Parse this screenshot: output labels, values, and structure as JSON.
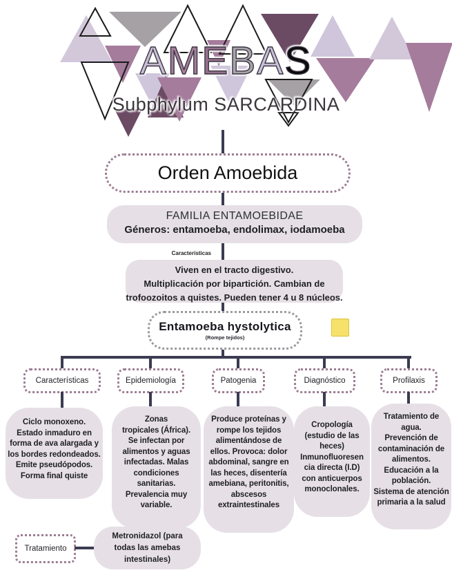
{
  "banner": {
    "title_letters": [
      {
        "char": "A",
        "color": "#c8bed6"
      },
      {
        "char": "M",
        "color": "#a27f9b"
      },
      {
        "char": "E",
        "color": "#97718e"
      },
      {
        "char": "B",
        "color": "#a8a4ab"
      },
      {
        "char": "A",
        "color": "#c8c0d7"
      },
      {
        "char": "S",
        "color": "#0b0b0b"
      }
    ],
    "subtitle": "Subphylum SARCARDINA"
  },
  "hierarchy": {
    "orden": "Orden Amoebida",
    "familia_line1": "FAMILIA ENTAMOEBIDAE",
    "familia_line2": "Géneros: entamoeba, endolimax, iodamoeba",
    "caracteristicas_mini_label": "Características",
    "caracteristicas_text": "Viven en el tracto digestivo.\nMultiplicación por bipartición. Cambian de\ntrofoozoitos a quistes. Pueden tener 4 u 8 núcleos.",
    "especie_name": "Entamoeba hystolytica",
    "especie_note": "(Rompe tejidos)"
  },
  "branches": [
    {
      "label": "Características",
      "text": "Ciclo monoxeno.\nEstado inmaduro en\nforma de ava alargada y\nlos bordes redondeados.\nEmite pseudópodos.\nForma final quiste"
    },
    {
      "label": "Epidemiología",
      "text": "Zonas\ntropicales (África).\nSe infectan por\nalimentos y aguas\ninfectadas. Malas\ncondiciones\nsanitarias.\nPrevalencia muy\nvariable."
    },
    {
      "label": "Patogenia",
      "text": "Produce proteínas y\nrompe los tejidos\nalimentándose de\nellos. Provoca: dolor\nabdominal, sangre en\nlas heces, disentería\namebiana, peritonitis,\nabscesos\nextraintestinales"
    },
    {
      "label": "Diagnóstico",
      "text": "Cropología\n(estudio de las\nheces)\nInmunofluoresen\ncia directa (I.D)\ncon anticuerpos\nmonoclonales."
    },
    {
      "label": "Profilaxis",
      "text": "Tratamiento de\nagua.\nPrevención de\ncontaminación de\nalimentos.\nEducación a la\npoblación.\nSistema de atención\nprimaria a la salud"
    }
  ],
  "treatment": {
    "label": "Tratamiento",
    "text": "Metronidazol (para\ntodas las amebas\nintestinales)"
  },
  "colors": {
    "box_fill": "#e6e0e6",
    "connector": "#3b3b52",
    "dotted_purple": "#9c7c92",
    "dotted_gray": "#9a9aa0",
    "highlight_yellow": "#f6e16a",
    "triangle_palette": [
      "#d2c8da",
      "#a5a1a5",
      "#6b4a64",
      "#a57c9c",
      "#cfc6dc"
    ]
  }
}
